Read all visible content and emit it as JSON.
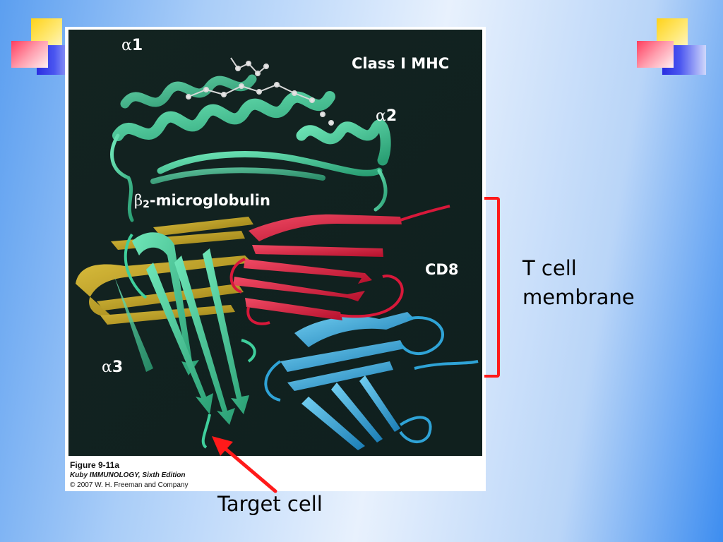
{
  "figure": {
    "labels": {
      "alpha1_greek": "α",
      "alpha1_num": "1",
      "class1": "Class I MHC",
      "alpha2_greek": "α",
      "alpha2_num": "2",
      "beta_greek": "β",
      "beta_sub": "2",
      "beta_rest": "-microglobulin",
      "cd8": "CD8",
      "alpha3_greek": "α",
      "alpha3_num": "3"
    },
    "caption": {
      "line1": "Figure 9-11a",
      "line2": "Kuby IMMUNOLOGY, Sixth Edition",
      "line3": "© 2007 W. H. Freeman and Company"
    }
  },
  "annotations": {
    "tcell_line1": "T cell",
    "tcell_line2": "membrane",
    "target": "Target cell"
  },
  "colors": {
    "mhc_green": "#3fcf9c",
    "b2m_yellow": "#c9a81e",
    "cd8_red": "#d8183a",
    "cd8_blue": "#2fa3d6",
    "annotation_red": "#ff1a1a"
  }
}
